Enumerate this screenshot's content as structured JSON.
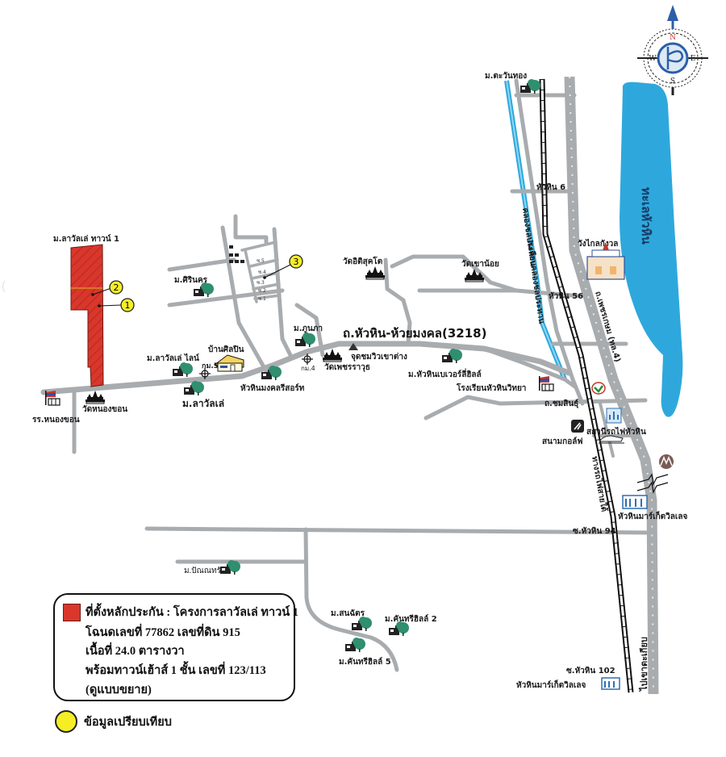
{
  "map": {
    "compass": {
      "n": "N",
      "s": "S",
      "e": "E",
      "w": "W"
    },
    "colors": {
      "subject": "#d9372c",
      "water": "#2ea8dc",
      "road": "#a9acaf",
      "marker": "#f5ee25",
      "tree": "#2f8f6f"
    },
    "subject_label": "ม.ลาวัลเล่ ทาวน์ 1",
    "markers": [
      "1",
      "2",
      "3"
    ],
    "main_road_label": "ถ.หัวหิน-ห้วยมงคล(3218)",
    "highway_label": "ถ.เพชรเกษม (ทล.4)",
    "canal_label": "คลองชลประทาน",
    "canal_road_label": "ถ.เลียบคลองชลประทาน",
    "railway_label": "ทางรถไฟสายใต้",
    "sea_label": "ทะเลหัวหิน",
    "to_khao_takiab": "ไปเขาตะเกียบ",
    "soi_labels": [
      "ซ.5",
      "ซ.4",
      "ซ.3",
      "ซ.2",
      "ซ.1"
    ],
    "places": {
      "school_nong_khon": "รร.หนองขอน",
      "wat_nong_khon": "วัดหนองขอน",
      "laval_line": "ม.ลาวัลเล่ ไลน์",
      "laval": "ม.ลาวัลเล่",
      "ban_silpin": "บ้านศิลปิน",
      "km5": "กม.5",
      "km4": "กม.4",
      "srinakhon": "ม.ศิรินคร",
      "phunapha": "ม.ภูนภา",
      "mongkol_resort": "หัวหินมงคลรีสอร์ท",
      "wat_phetcharat": "วัดเพชรราวุธ",
      "viewpoint": "จุดชมวิวเขาต่าง",
      "wat_itthisukto": "วัดอิติสุคโต",
      "wat_khao_noi": "วัดเขาน้อย",
      "beverly_hills": "ม.หัวหินเบเวอร์ลี่ฮิลล์",
      "hua_hin_school": "โรงเรียนหัวหินวิทยา",
      "chomsin_road": "ถ.ชมสินธุ์",
      "golf": "สนามกอล์ฟ",
      "station": "สถานีรถไฟหัวหิน",
      "klai_kangwon": "วังไกลกังวล",
      "tawan_thong": "ม.ตะวันทอง",
      "soi6": "หัวหิน 6",
      "soi56": "หัวหิน 56",
      "market_village": "หัวหินมาร์เก็ตวิลเลจ",
      "soi94": "ซ.หัวหิน 94",
      "panna_sap": "ม.ปัณณทรัพย์",
      "sonchat": "ม.สนฉัตร",
      "khanthi_hills_2": "ม.คันทรีฮิลล์ 2",
      "khanthi_hills_5": "ม.คันทรีฮิลล์ 5",
      "soi102": "ซ.หัวหิน 102",
      "market_village_2": "หัวหินมาร์เก็ตวิลเลจ"
    }
  },
  "legend": {
    "line1": "ที่ตั้งหลักประกัน : โครงการลาวัลเล่ ทาวน์ 1",
    "line2": "โฉนดเลขที่ 77862  เลขที่ดิน 915",
    "line3": "เนื้อที่ 24.0  ตารางวา",
    "line4": "พร้อมทาวน์เฮ้าส์ 1 ชั้น เลขที่ 123/113",
    "line5": "(ดูแบบขยาย)",
    "comparison": "ข้อมูลเปรียบเทียบ"
  }
}
